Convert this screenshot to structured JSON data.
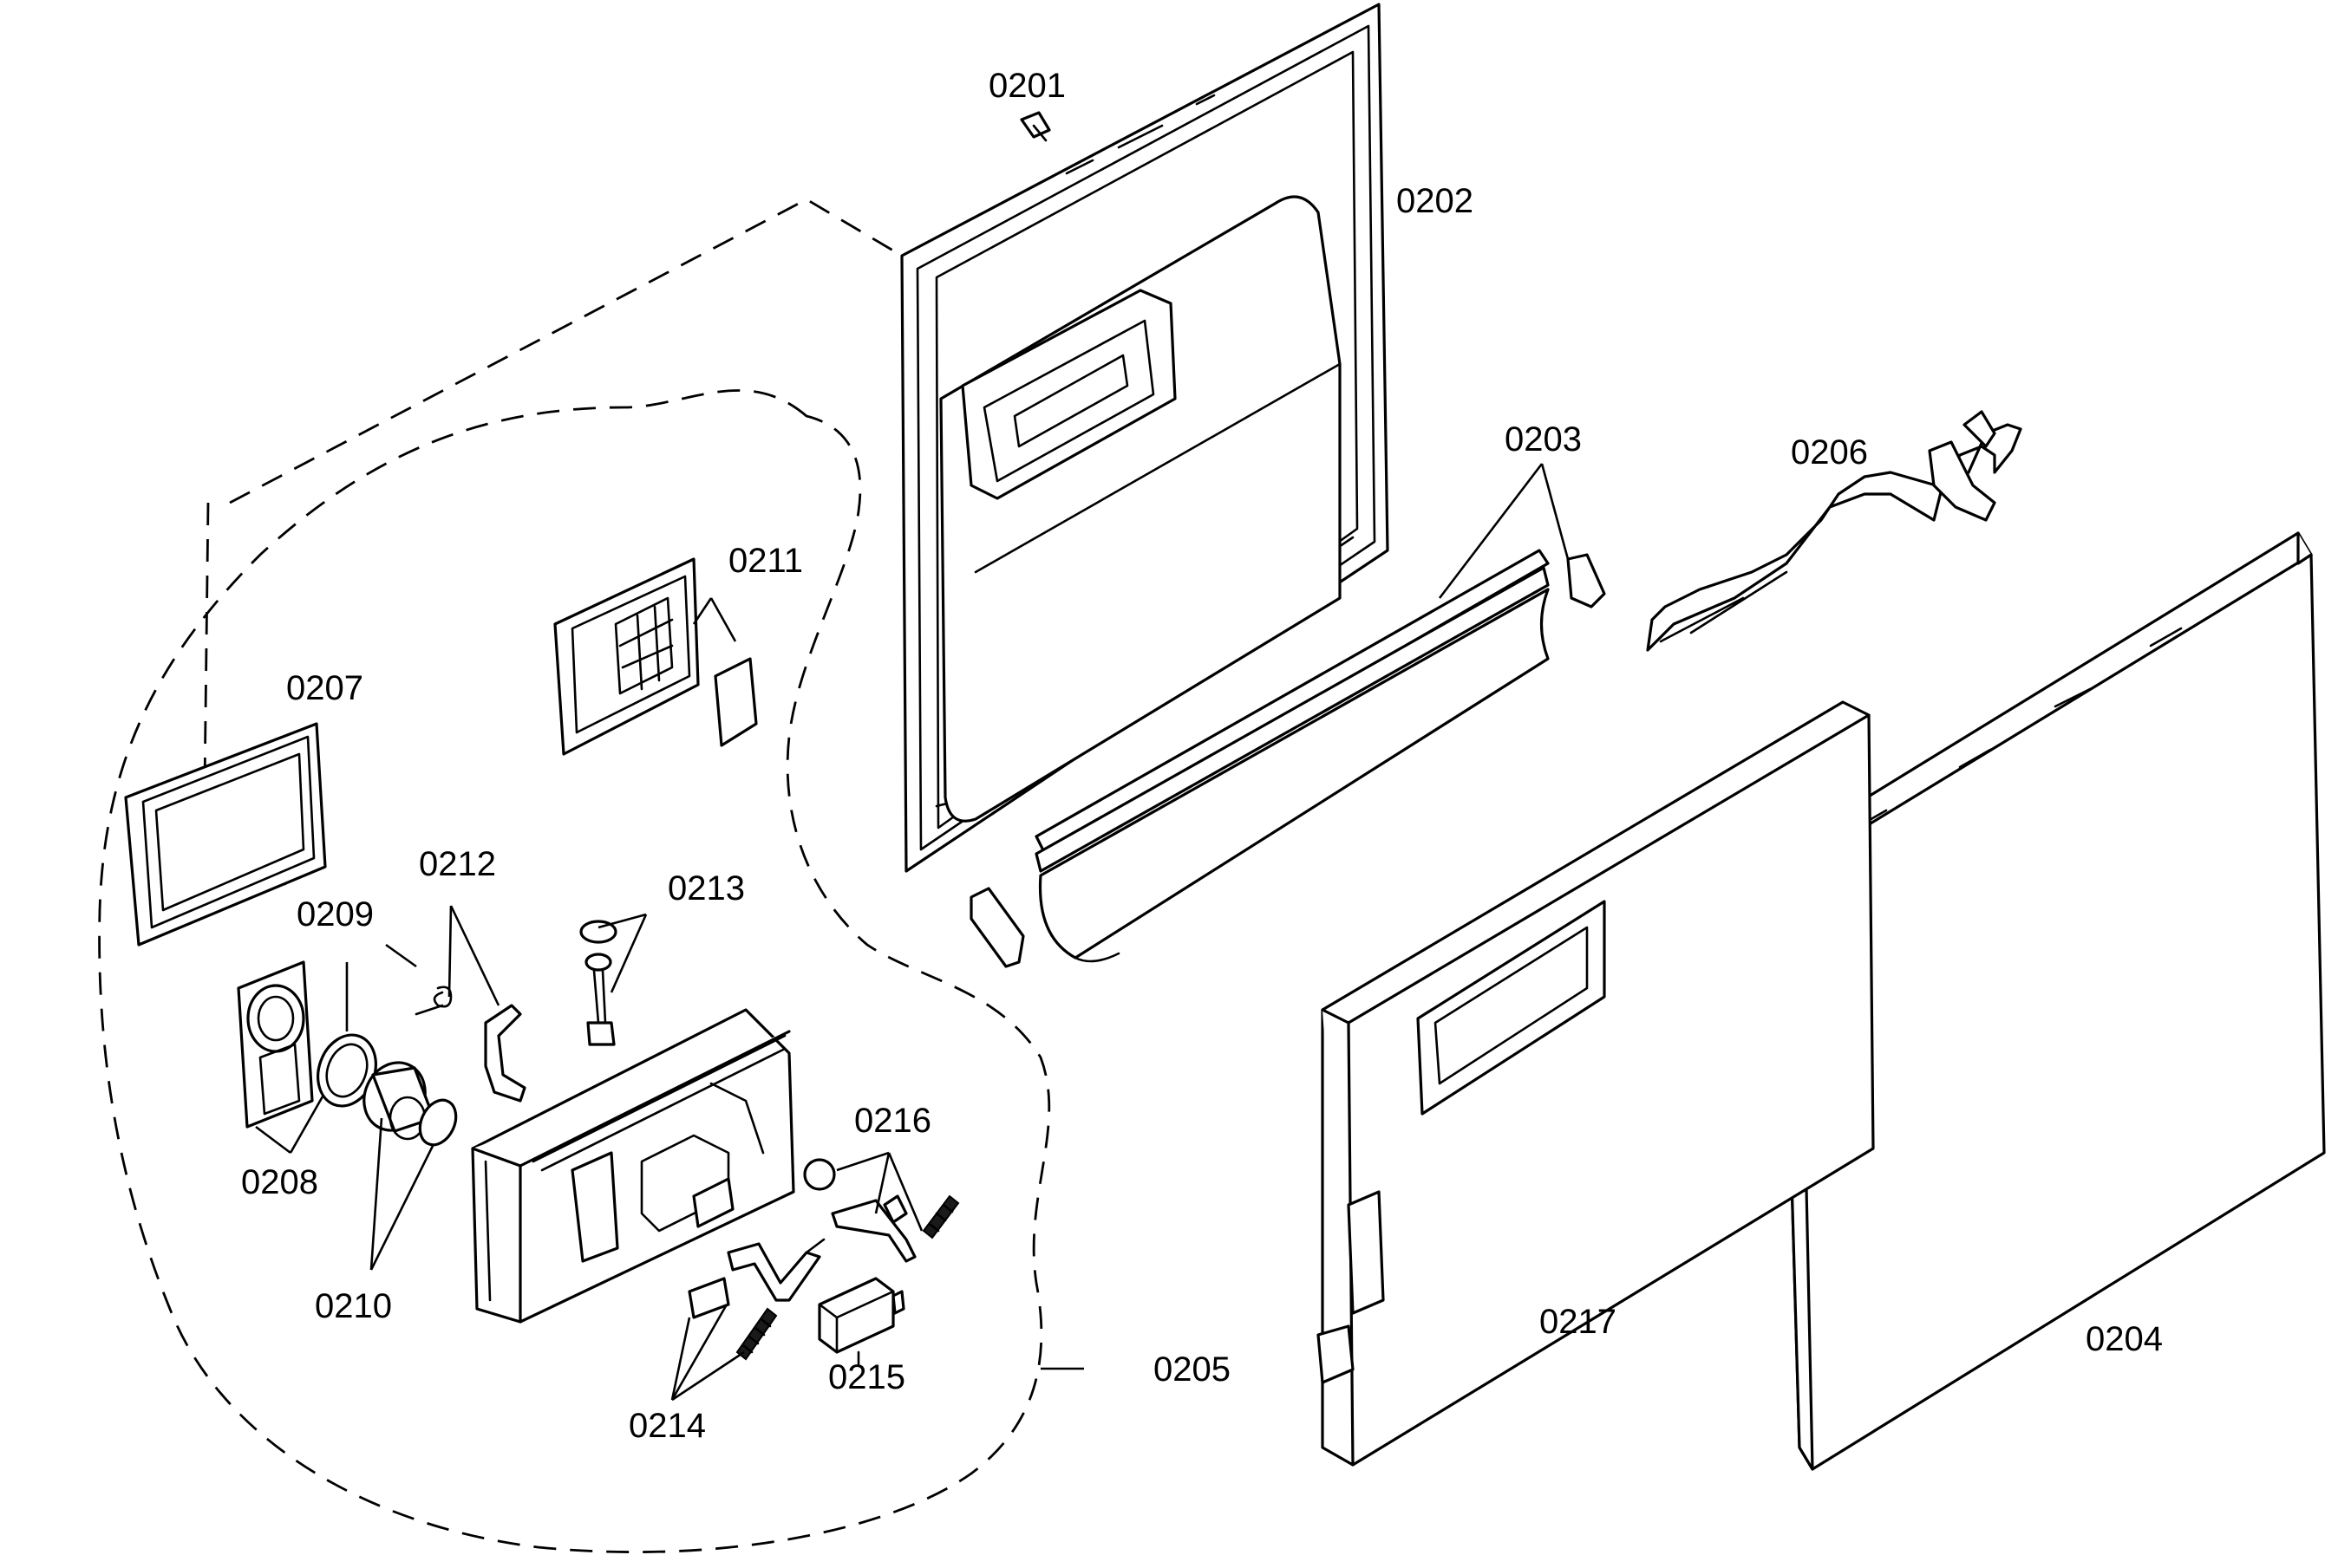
{
  "diagram": {
    "type": "exploded-parts-view",
    "callouts": {
      "p0201": "0201",
      "p0202": "0202",
      "p0203": "0203",
      "p0204": "0204",
      "p0205": "0205",
      "p0206": "0206",
      "p0207": "0207",
      "p0208": "0208",
      "p0209": "0209",
      "p0210": "0210",
      "p0211": "0211",
      "p0212": "0212",
      "p0213": "0213",
      "p0214": "0214",
      "p0215": "0215",
      "p0216": "0216",
      "p0217": "0217"
    },
    "colors": {
      "line": "#000000",
      "background": "#ffffff"
    }
  }
}
